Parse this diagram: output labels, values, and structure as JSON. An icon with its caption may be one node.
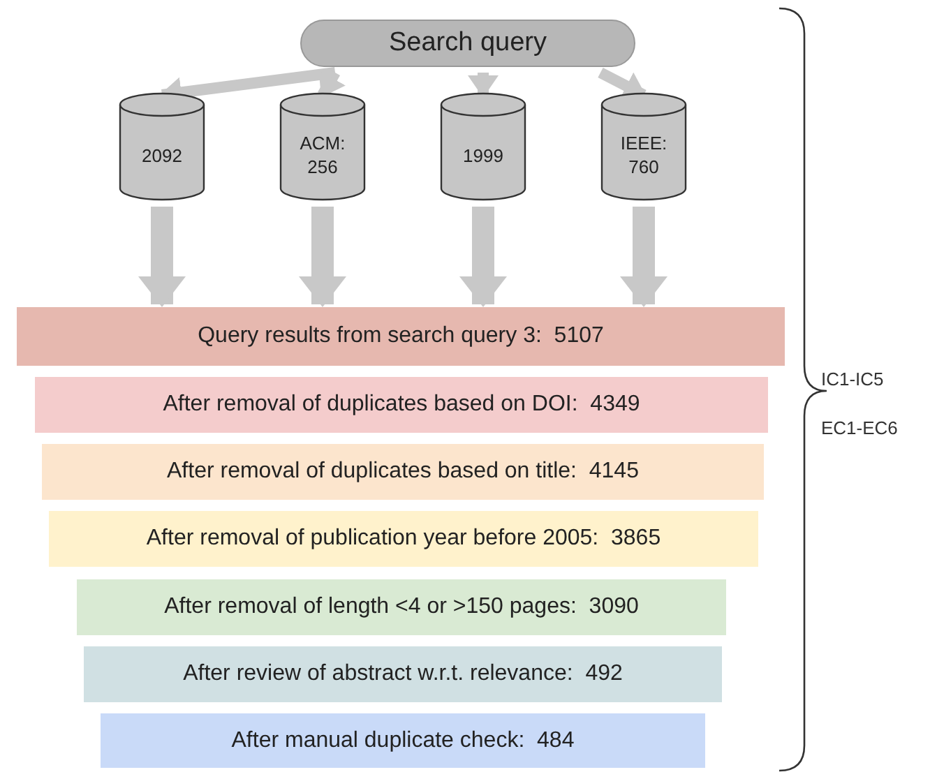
{
  "diagram": {
    "nodes": [
      {
        "text": [
          "Search query"
        ]
      },
      {
        "text": [
          "2092"
        ]
      },
      {
        "text": [
          "ACM: 256"
        ]
      },
      {
        "text": [
          "1999"
        ]
      },
      {
        "text": [
          "IEEE: 760"
        ]
      },
      {
        "text": [
          "Query results from search query 3:  5107"
        ]
      },
      {
        "text": [
          "After removal of duplicates based on DOI:  4349"
        ]
      },
      {
        "text": [
          "After removal of duplicates based on title:  4145"
        ]
      },
      {
        "text": [
          "After removal of publication year before 2005:  3865"
        ]
      },
      {
        "text": [
          "After removal of length <4 or >150 pages:  3090"
        ]
      },
      {
        "text": [
          "After review of abstract w.r.t. relevance:  492"
        ]
      },
      {
        "text": [
          "After manual duplicate check:  484"
        ]
      }
    ],
    "edges": [
      {
        "from": 0,
        "to": 1,
        "arrow": "to"
      },
      {
        "from": 0,
        "to": 2,
        "arrow": "to"
      },
      {
        "from": 0,
        "to": 3,
        "arrow": "to"
      },
      {
        "from": 0,
        "to": 4,
        "arrow": "to"
      },
      {
        "from": 1,
        "to": 5,
        "arrow": "to",
        "style": "thick"
      },
      {
        "from": 2,
        "to": 5,
        "arrow": "to",
        "style": "thick"
      },
      {
        "from": 3,
        "to": 5,
        "arrow": "to",
        "style": "thick"
      },
      {
        "from": 4,
        "to": 5,
        "arrow": "to",
        "style": "thick"
      }
    ],
    "labels": [
      "IC1-IC5",
      "EC1-EC6"
    ]
  }
}
